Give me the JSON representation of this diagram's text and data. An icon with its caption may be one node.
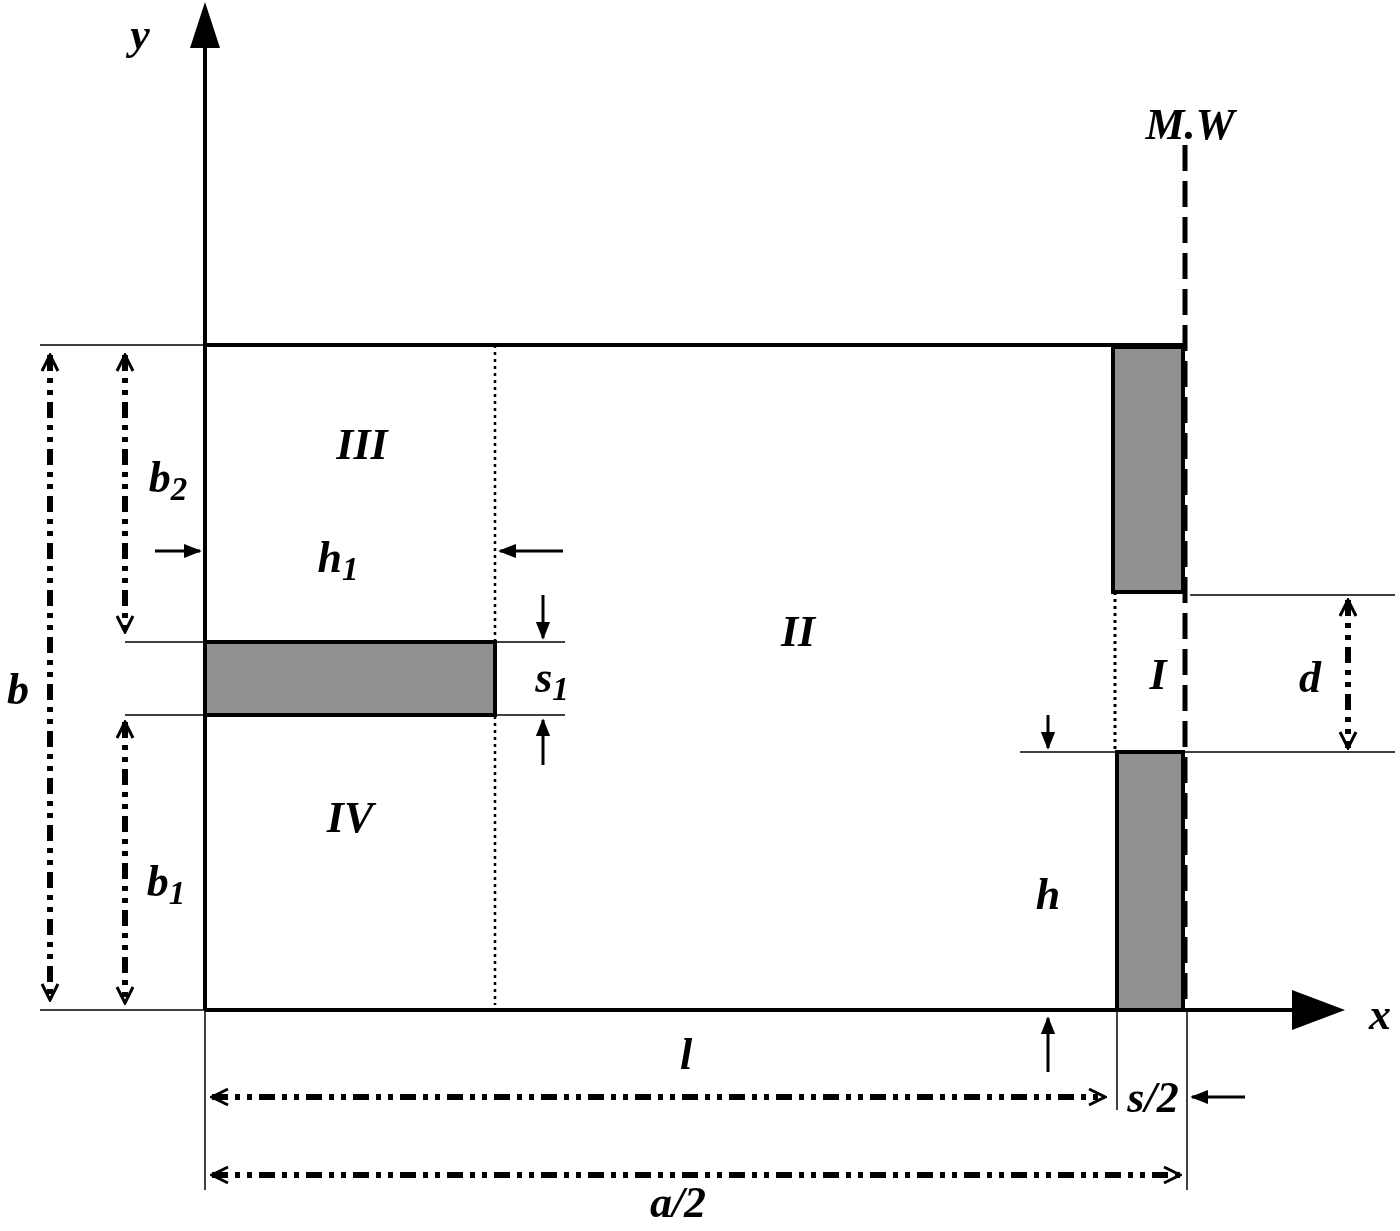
{
  "diagram": {
    "labels": [
      "y",
      "M.W",
      "III",
      "b$_{2}$",
      "h$_{1}$",
      "II",
      "b",
      "s$_{1}$",
      "I",
      "d",
      "IV",
      "b$_{1}$",
      "h",
      "x",
      "l",
      "s/2",
      "a/2"
    ]
  }
}
